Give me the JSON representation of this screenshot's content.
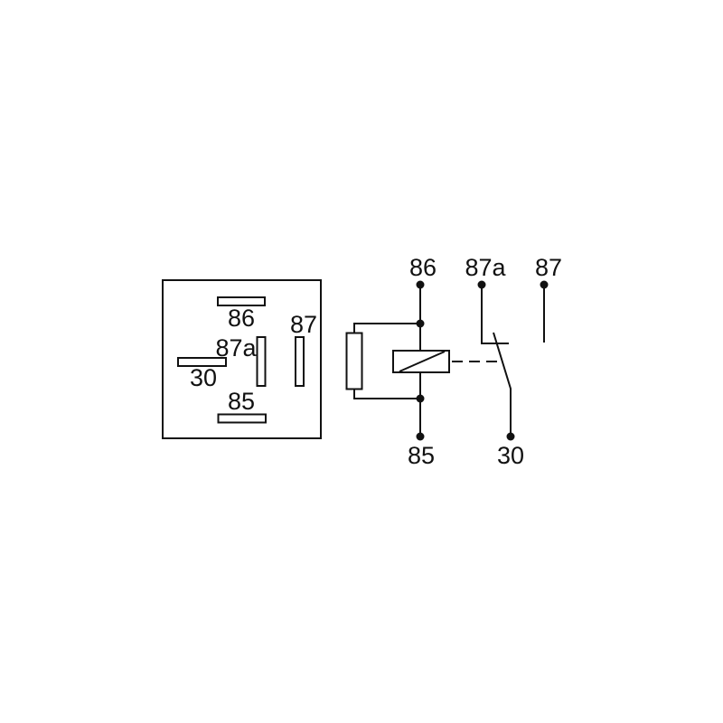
{
  "colors": {
    "ink": "#111111",
    "bg": "#ffffff"
  },
  "diagram_type": "automotive-relay-pinout-and-schematic",
  "socket": {
    "pins": [
      {
        "label": "86",
        "position": "top"
      },
      {
        "label": "87",
        "position": "right"
      },
      {
        "label": "87a",
        "position": "middle"
      },
      {
        "label": "30",
        "position": "left"
      },
      {
        "label": "85",
        "position": "bottom"
      }
    ]
  },
  "schematic": {
    "top_terminals": [
      {
        "label": "86"
      },
      {
        "label": "87a"
      },
      {
        "label": "87"
      }
    ],
    "bottom_terminals": [
      {
        "label": "85"
      },
      {
        "label": "30"
      }
    ]
  }
}
